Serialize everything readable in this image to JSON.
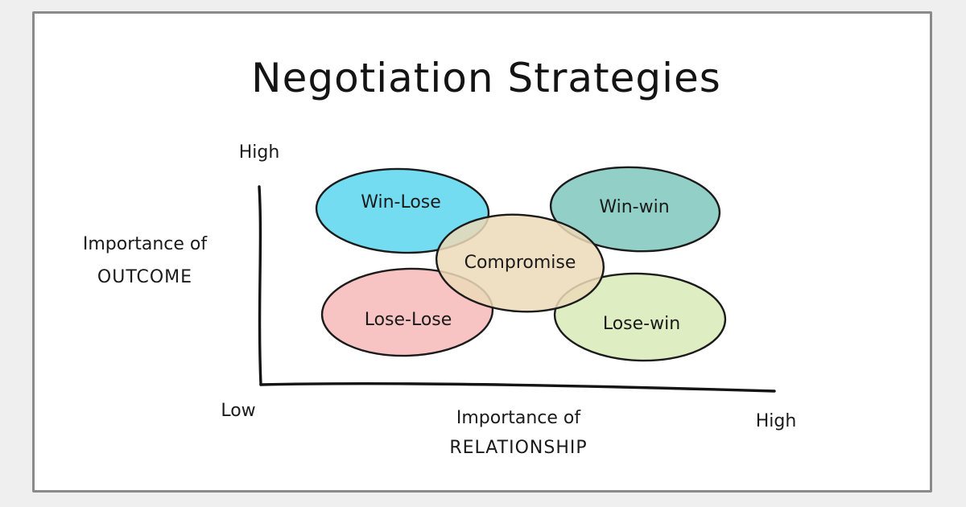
{
  "title": "Negotiation Strategies",
  "y_axis": {
    "high_label": "High",
    "low_label": "Low",
    "caption_line1": "Importance of",
    "caption_line2": "OUTCOME"
  },
  "x_axis": {
    "high_label": "High",
    "caption_line1": "Importance of",
    "caption_line2": "RELATIONSHIP"
  },
  "regions": {
    "win_lose": {
      "label": "Win-Lose",
      "color": "#5cd6ef"
    },
    "win_win": {
      "label": "Win-win",
      "color": "#7fc8bd"
    },
    "compromise": {
      "label": "Compromise",
      "color": "#ecd9b8"
    },
    "lose_lose": {
      "label": "Lose-Lose",
      "color": "#f7b8b8"
    },
    "lose_win": {
      "label": "Lose-win",
      "color": "#d9eab8"
    }
  }
}
